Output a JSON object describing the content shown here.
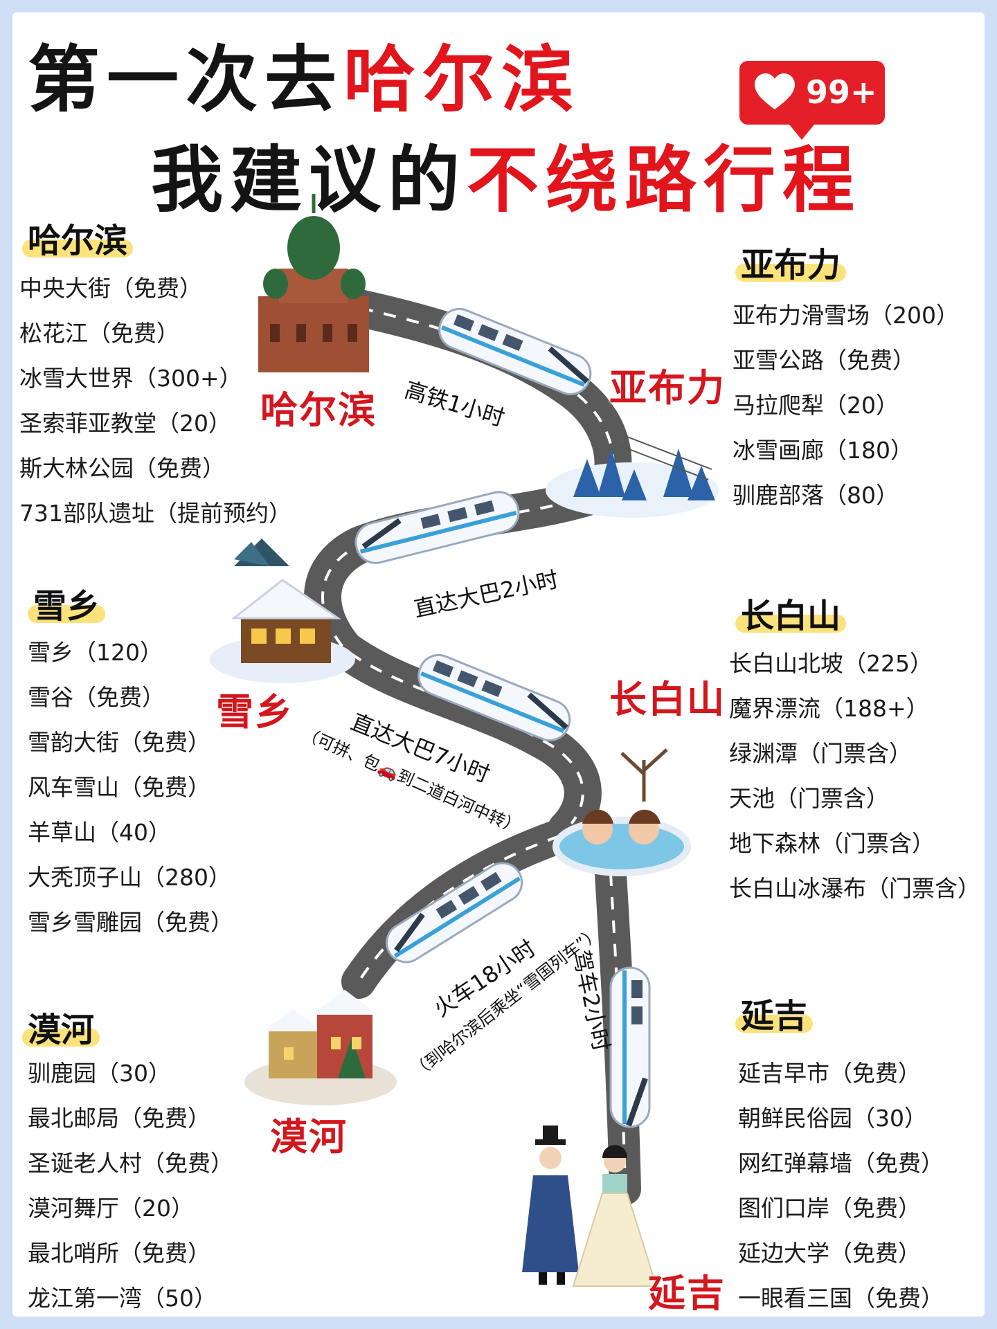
{
  "header": {
    "line1_black": "第一次去",
    "line1_red": "哈尔滨",
    "line2_black": "我建议的",
    "line2_red": "不绕路行程",
    "likes_badge": "99+",
    "badge_icon": "heart-icon"
  },
  "sections": {
    "harbin": {
      "title": "哈尔滨",
      "items": [
        "中央大街（免费）",
        "松花江（免费）",
        "冰雪大世界（300+）",
        "圣索菲亚教堂（20）",
        "斯大林公园（免费）",
        "731部队遗址（提前预约）"
      ]
    },
    "yabuli": {
      "title": "亚布力",
      "items": [
        "亚布力滑雪场（200）",
        "亚雪公路（免费）",
        "马拉爬犁（20）",
        "冰雪画廊（180）",
        "驯鹿部落（80）"
      ]
    },
    "xuexiang": {
      "title": "雪乡",
      "items": [
        "雪乡（120）",
        "雪谷（免费）",
        "雪韵大街（免费）",
        "风车雪山（免费）",
        "羊草山（40）",
        "大秃顶子山（280）",
        "雪乡雪雕园（免费）"
      ]
    },
    "changbaishan": {
      "title": "长白山",
      "items": [
        "长白山北坡（225）",
        "魔界漂流（188+）",
        "绿渊潭（门票含）",
        "天池（门票含）",
        "地下森林（门票含）",
        "长白山冰瀑布（门票含）"
      ]
    },
    "mohe": {
      "title": "漠河",
      "items": [
        "驯鹿园（30）",
        "最北邮局（免费）",
        "圣诞老人村（免费）",
        "漠河舞厅（20）",
        "最北哨所（免费）",
        "龙江第一湾（50）"
      ]
    },
    "yanji": {
      "title": "延吉",
      "items": [
        "延吉早市（免费）",
        "朝鲜民俗园（30）",
        "网红弹幕墙（免费）",
        "图们口岸（免费）",
        "延边大学（免费）",
        "一眼看三国（免费）"
      ]
    }
  },
  "map_labels": {
    "harbin": "哈尔滨",
    "yabuli": "亚布力",
    "xuexiang": "雪乡",
    "changbaishan": "长白山",
    "mohe": "漠河",
    "yanji": "延吉"
  },
  "routes": {
    "harbin_yabuli": "高铁1小时",
    "yabuli_xuexiang": "直达大巴2小时",
    "xuexiang_changbai": "直达大巴7小时",
    "xuexiang_changbai_note": "（可拼、包🚗到二道白河中转）",
    "changbai_mohe": "火车18小时",
    "changbai_mohe_note": "（到哈尔滨后乘坐“雪国列车”）",
    "changbai_yanji": "驾车2小时"
  },
  "colors": {
    "accent_red": "#e2141c",
    "highlight_yellow": "#fbe27a",
    "road_gray": "#5b5b5b",
    "background": "#ffffff",
    "frame": "#cfe0f6"
  }
}
